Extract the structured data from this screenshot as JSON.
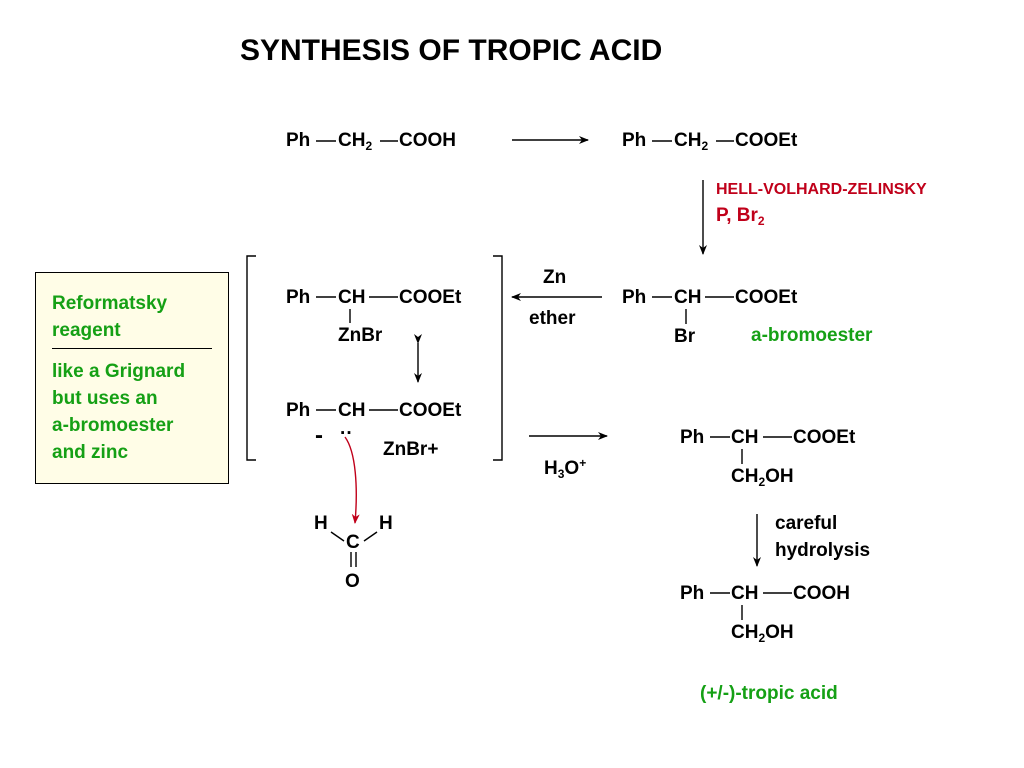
{
  "title": "SYNTHESIS OF TROPIC ACID",
  "labels": {
    "Ph": "Ph",
    "CH": "CH",
    "CH2": "CH",
    "sub2": "2",
    "sub3": "3",
    "COOH": "COOH",
    "COOEt": "COOEt",
    "Br": "Br",
    "ZnBr": "ZnBr",
    "ZnBrPlus": "ZnBr+",
    "CH2OH_a": "CH",
    "CH2OH_b": "OH",
    "H": "H",
    "C": "C",
    "O": "O",
    "minus": "-",
    "lone_pair": "··"
  },
  "reagents": {
    "hvz_name": "HELL-VOLHARD-ZELINSKY",
    "hvz_reagent_a": "P, Br",
    "hvz_reagent_sub": "2",
    "zn": "Zn",
    "ether": "ether",
    "h3o_h": "H",
    "h3o_o": "O",
    "h3o_charge": "+",
    "careful": "careful",
    "hydrolysis": "hydrolysis"
  },
  "annotations": {
    "bromoester": "a-bromoester",
    "product": "(+/-)-tropic acid"
  },
  "sidebox": {
    "line1": "Reformatsky",
    "line2": "reagent",
    "line3": "like a Grignard",
    "line4": "but uses an",
    "line5": "a-bromoester",
    "line6": "and zinc"
  },
  "colors": {
    "red": "#c0001a",
    "green": "#15a015",
    "box_bg": "#fffde7"
  }
}
